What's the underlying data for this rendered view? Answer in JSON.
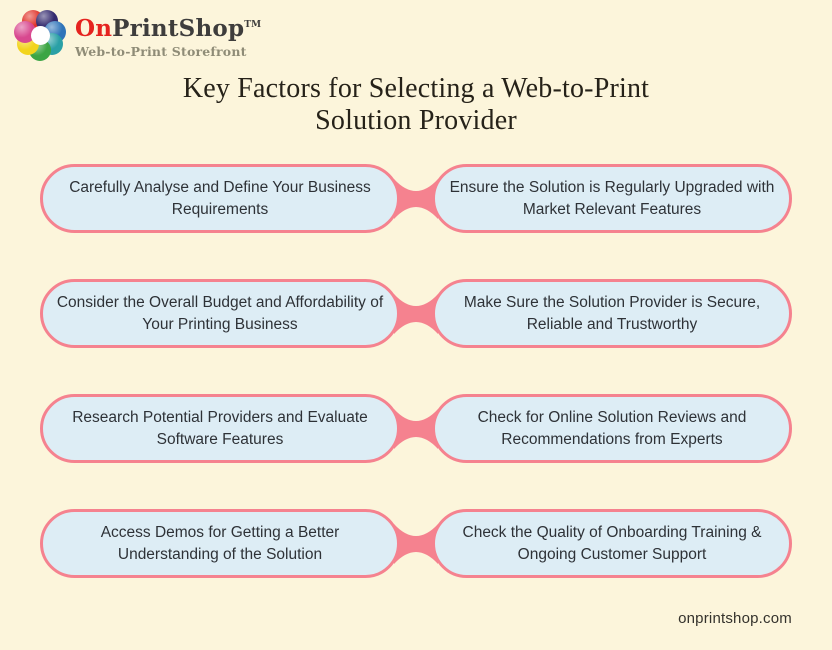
{
  "logo": {
    "brand_prefix": "On",
    "brand_suffix": "PrintShop",
    "trademark": "TM",
    "tagline": "Web-to-Print Storefront",
    "petal_colors": [
      "#e0332a",
      "#332a6e",
      "#2f74b9",
      "#2aa0a6",
      "#3ba544",
      "#f2d41d",
      "#d8488f"
    ]
  },
  "title": {
    "line1": "Key Factors for Selecting a Web-to-Print",
    "line2": "Solution Provider"
  },
  "factors": [
    {
      "left": "Carefully Analyse and Define Your Business Requirements",
      "right": "Ensure the Solution is Regularly Upgraded with Market Relevant Features"
    },
    {
      "left": "Consider the Overall Budget and Affordability of Your Printing Business",
      "right": "Make Sure the Solution Provider is Secure, Reliable and Trustworthy"
    },
    {
      "left": "Research Potential Providers and Evaluate Software Features",
      "right": "Check for Online Solution Reviews and Recommendations from Experts"
    },
    {
      "left": "Access Demos for Getting a Better Understanding of the Solution",
      "right": "Check the Quality of Onboarding Training & Ongoing Customer Support"
    }
  ],
  "footer": {
    "website": "onprintshop.com"
  },
  "colors": {
    "background": "#fcf5db",
    "pill_fill": "#ddedf5",
    "pill_border": "#f5828f",
    "text_dark": "#2e3237",
    "title_color": "#262219",
    "footer_color": "#34322c",
    "brand_red": "#e5231f",
    "brand_dark": "#3e3d3c",
    "tagline_color": "#8f8c77"
  }
}
